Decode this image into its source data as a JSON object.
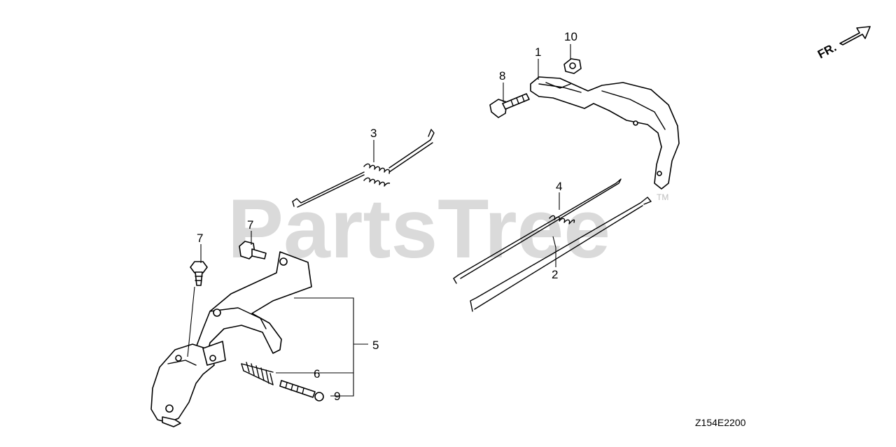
{
  "watermark": {
    "text": "PartsTree",
    "trademark": "TM"
  },
  "direction_indicator": {
    "label": "FR."
  },
  "diagram_code": "Z154E2200",
  "callouts": {
    "c1": "1",
    "c2": "2",
    "c3": "3",
    "c4": "4",
    "c5": "5",
    "c6": "6",
    "c7a": "7",
    "c7b": "7",
    "c8": "8",
    "c9": "9",
    "c10": "10"
  }
}
